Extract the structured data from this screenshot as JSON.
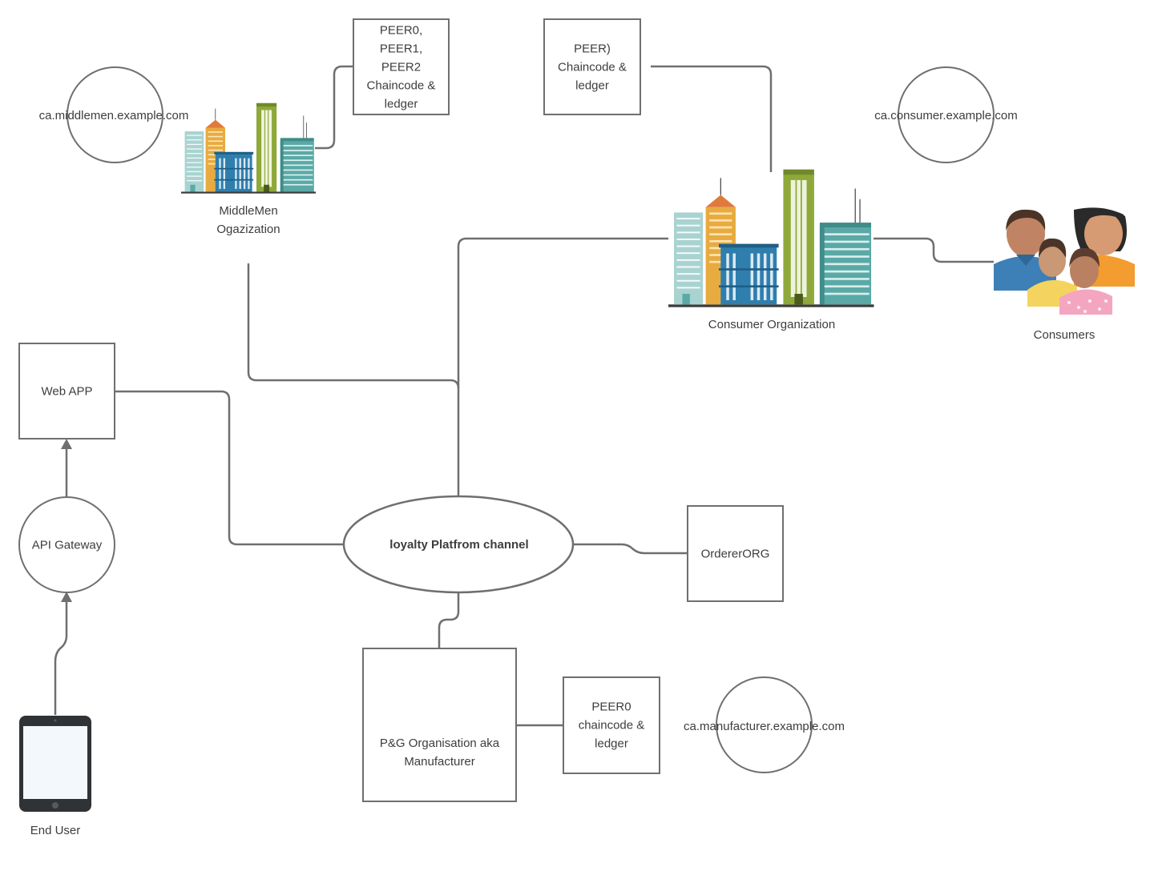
{
  "nodes": {
    "peer_middlemen": "PEER0,\nPEER1,\nPEER2\nChaincode &\nledger",
    "peer_consumer": "PEER)\nChaincode &\nledger",
    "ca_middlemen": "ca.middlemen.example.com",
    "ca_consumer": "ca.consumer.example.com",
    "middlemen_org": "MiddleMen\nOgazization",
    "consumer_org": "Consumer Organization",
    "consumers": "Consumers",
    "web_app": "Web APP",
    "api_gateway": "API Gateway",
    "channel": "loyalty  Platfrom channel",
    "orderer": "OrdererORG",
    "manufacturer_org": "P&G Organisation aka\nManufacturer",
    "peer_manufacturer": "PEER0\nchaincode &\nledger",
    "ca_manufacturer": "ca.manufacturer.example.com",
    "end_user": "End User"
  },
  "icons": {
    "org_buildings": "city-buildings-icon",
    "consumers": "family-people-icon",
    "end_user": "tablet-device-icon"
  },
  "colors": {
    "line": "#6f6f6f",
    "text": "#3d3d3d",
    "building_teal": "#5aa9a6",
    "building_orange": "#e8ab3f",
    "building_blue": "#2f7fae",
    "building_green": "#8fa83a",
    "person_blue": "#3d7fb7",
    "person_orange": "#f39c2f",
    "person_yellow": "#f4d35e",
    "person_pink": "#f4a6c1"
  }
}
